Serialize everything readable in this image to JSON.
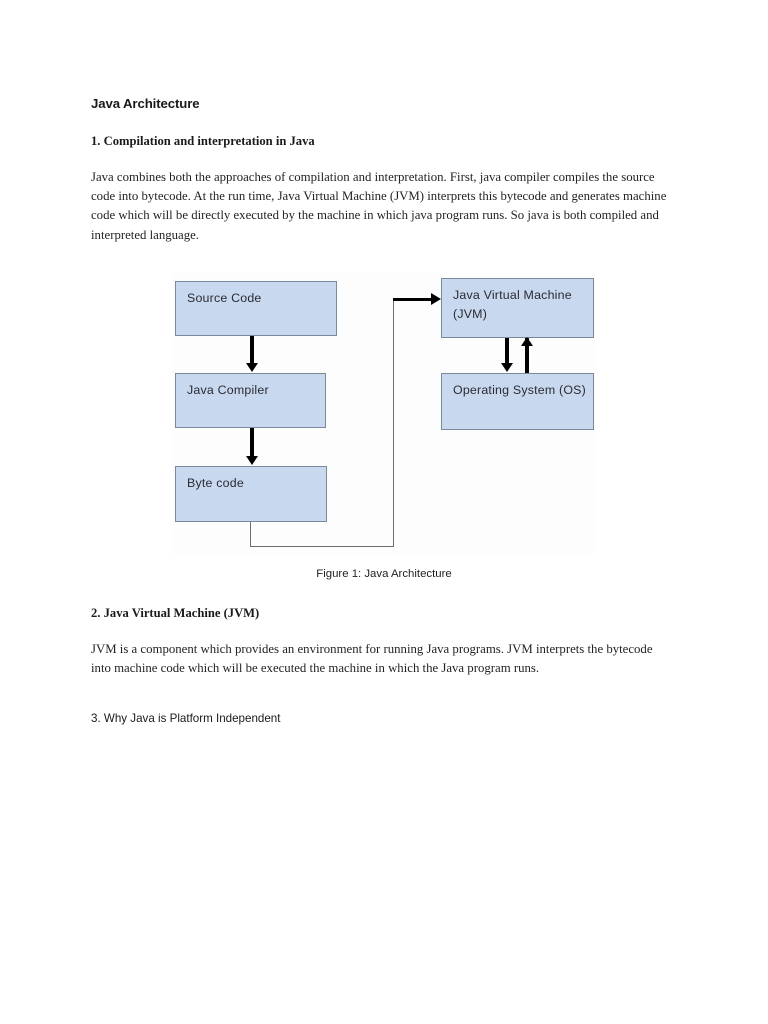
{
  "document": {
    "title": "Java Architecture",
    "sections": [
      {
        "heading": "1. Compilation and interpretation in Java",
        "body": "Java combines both the approaches of compilation and interpretation. First, java compiler compiles the source code into bytecode. At the run time, Java Virtual Machine (JVM) interprets this bytecode and generates machine code which will be directly executed by the machine in which java program runs. So java is both compiled and interpreted language."
      },
      {
        "heading": "2. Java Virtual Machine (JVM)",
        "body": "JVM is a component which provides an environment for running Java programs. JVM interprets the bytecode into machine code which will be executed the machine in which the Java program runs."
      },
      {
        "heading": "3. Why Java is Platform Independent",
        "body": ""
      }
    ],
    "figure": {
      "caption": "Figure 1: Java Architecture",
      "box_fill_color": "#c8d8ef",
      "box_border_color": "#7b8a9b",
      "boxes": [
        {
          "id": "source-code",
          "label": "Source Code"
        },
        {
          "id": "java-compiler",
          "label": "Java Compiler"
        },
        {
          "id": "byte-code",
          "label": "Byte code"
        },
        {
          "id": "jvm",
          "label": "Java Virtual Machine (JVM)"
        },
        {
          "id": "operating-system",
          "label": "Operating System (OS)"
        }
      ],
      "connections": [
        {
          "from": "source-code",
          "to": "java-compiler",
          "style": "thick-arrow-down"
        },
        {
          "from": "java-compiler",
          "to": "byte-code",
          "style": "thick-arrow-down"
        },
        {
          "from": "byte-code",
          "to": "jvm",
          "style": "thin-line-arrow-right"
        },
        {
          "from": "jvm",
          "to": "operating-system",
          "style": "thick-arrow-down"
        },
        {
          "from": "operating-system",
          "to": "jvm",
          "style": "thick-arrow-up"
        }
      ]
    }
  }
}
